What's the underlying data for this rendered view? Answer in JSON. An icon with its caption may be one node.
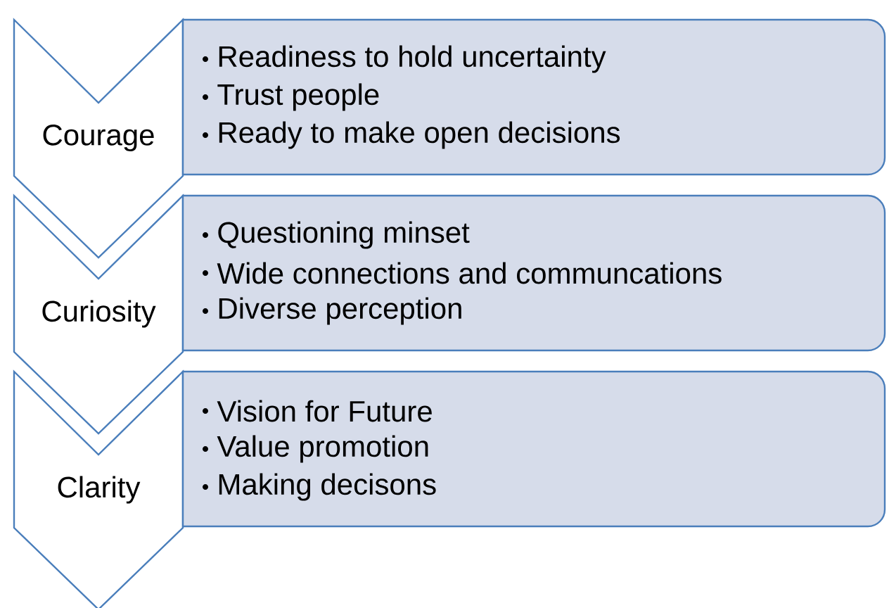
{
  "diagram": {
    "nodes": [
      {
        "text": [
          "Courage"
        ]
      },
      {
        "text": [
          "Readiness to hold uncertainty",
          "Trust people",
          "Ready to make open decisions"
        ]
      },
      {
        "text": [
          "Curiosity"
        ]
      },
      {
        "text": [
          "Questioning minset",
          "Wide connections and communcations",
          "Diverse perception"
        ]
      },
      {
        "text": [
          "Clarity"
        ]
      },
      {
        "text": [
          "Vision for Future",
          "Value promotion",
          "Making decisons"
        ]
      }
    ]
  }
}
